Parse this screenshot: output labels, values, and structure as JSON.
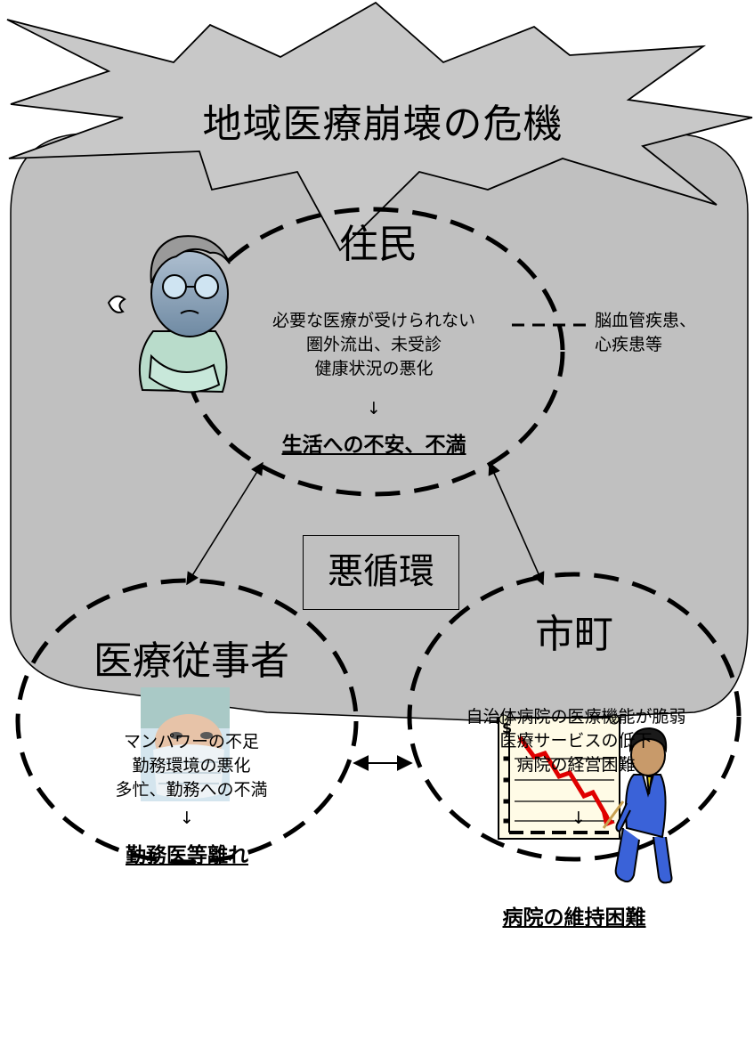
{
  "title": "地域医療崩壊の危機",
  "center_label": "悪循環",
  "residents": {
    "heading": "住民",
    "lines": [
      "必要な医療が受けられない",
      "圏外流出、未受診",
      "健康状況の悪化"
    ],
    "arrow": "↓",
    "conclusion": "生活への不安、不満",
    "note_lines": [
      "脳血管疾患、",
      "心疾患等"
    ]
  },
  "medical_staff": {
    "heading": "医療従事者",
    "lines": [
      "マンパワーの不足",
      "勤務環境の悪化",
      "多忙、勤務への不満"
    ],
    "arrow": "↓",
    "conclusion": "勤務医等離れ"
  },
  "municipality": {
    "heading": "市町",
    "lines": [
      "自治体病院の医療機能が脆弱",
      "医療サービスの低下",
      "病院の経営困難"
    ],
    "arrow": "↓",
    "conclusion": "病院の維持困難"
  },
  "chart_icon": {
    "currency": "$"
  },
  "colors": {
    "panel": "#c0c0c0",
    "burst": "#c8c8c8",
    "arrow_red": "#e00000",
    "suit_blue": "#3a62d8"
  },
  "icons": [
    "worried-elderly-person-icon",
    "masked-doctor-photo",
    "declining-chart-icon",
    "businessman-icon"
  ]
}
